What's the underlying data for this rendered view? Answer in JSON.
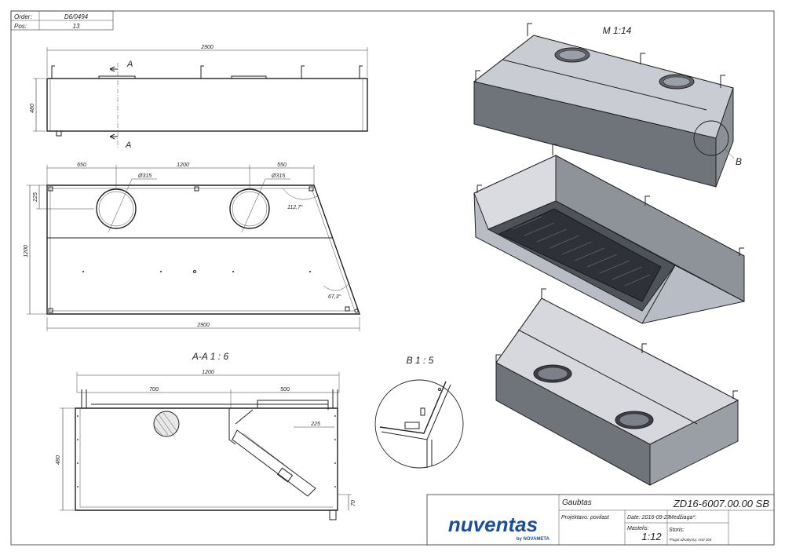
{
  "header": {
    "order_label": "Order:",
    "order_value": "D6/0494",
    "pos_label": "Pos:",
    "pos_value": "13"
  },
  "top_view": {
    "width_dim": "2900",
    "height_dim": "480",
    "section_marker": "A"
  },
  "plan_view": {
    "dim_left": "650",
    "dim_middle": "1200",
    "dim_right": "550",
    "dim_height_small": "225",
    "dim_height": "1200",
    "dim_bottom": "2900",
    "hole_dia_1": "Ø315",
    "hole_dia_2": "Ø315",
    "angle_top": "112,7°",
    "angle_bottom": "67,3°"
  },
  "section_view": {
    "title": "A-A 1 : 6",
    "dim_total": "1200",
    "dim_left": "700",
    "dim_right": "500",
    "dim_inner": "225",
    "dim_height": "480",
    "dim_foot": "70"
  },
  "detail_view": {
    "title": "B  1 : 5",
    "callout": "B"
  },
  "iso_view": {
    "scale_label": "M 1:14"
  },
  "title_block": {
    "product_name": "Gaubtas",
    "drawing_number": "ZD16-6007.00.00 SB",
    "logo_text": "nuventas",
    "logo_sub": "by NOVAMETA",
    "project_label": "Projektavo: povilast",
    "date_label": "Date: 2016-09-27",
    "material_label": "Medžiaga*:",
    "scale_label": "Mastelis:",
    "scale_value": "1:12",
    "thickness_label": "Storis:",
    "made_label": "*Pagal užsakymą: AISI 304"
  },
  "colors": {
    "line": "#222222",
    "steel_dark": "#6f737a",
    "steel_light": "#c9ccd3",
    "logo_blue": "#1b4f9c"
  }
}
